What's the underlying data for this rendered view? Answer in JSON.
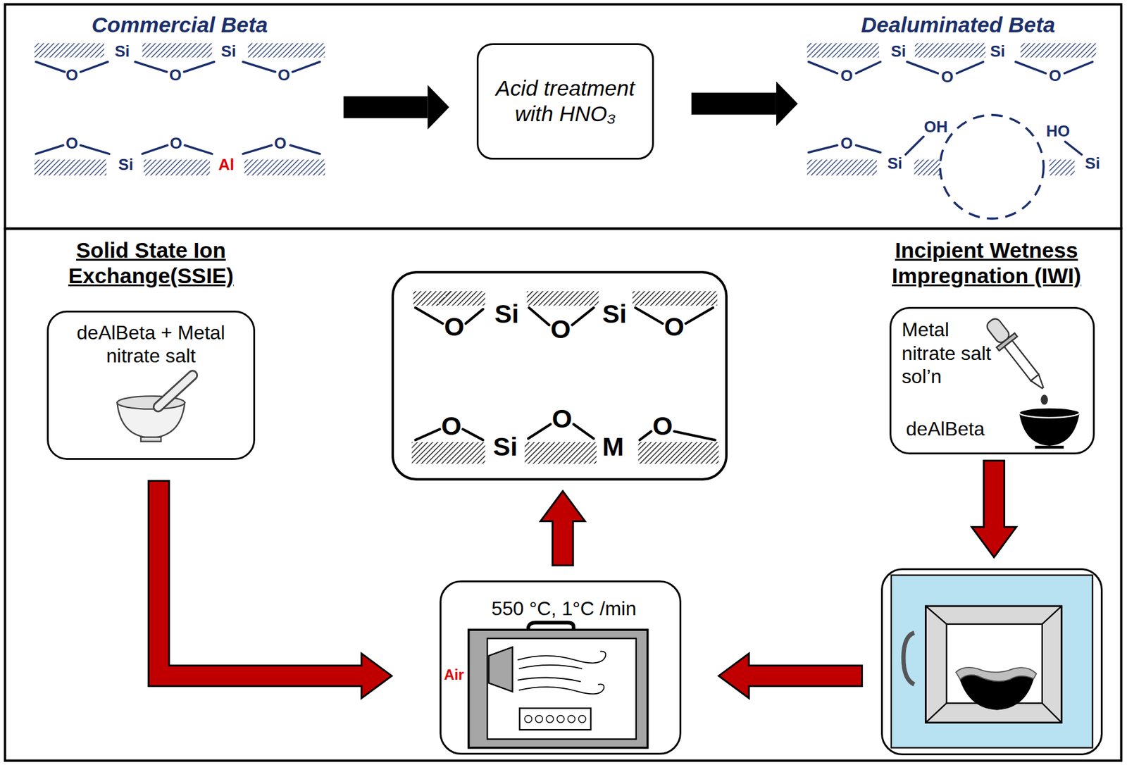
{
  "diagram": {
    "nodes": [
      {
        "text": [
          "Commercial Beta",
          "Si",
          "Si",
          "O",
          "O",
          "O",
          "O",
          "O",
          "O",
          "Si",
          "Al"
        ]
      },
      {
        "text": [
          "Acid treatment with HNO₃"
        ]
      },
      {
        "text": [
          "Dealuminated Beta",
          "Si",
          "Si",
          "O",
          "O",
          "O",
          "OH",
          "HO",
          "O",
          "Si",
          "Si"
        ]
      },
      {
        "text": [
          "Solid State Ion Exchange(SSIE)",
          "deAlBeta + Metal nitrate salt"
        ]
      },
      {
        "text": [
          "Si",
          "Si",
          "O",
          "O",
          "O",
          "O",
          "O",
          "O",
          "Si",
          "M"
        ]
      },
      {
        "text": [
          "Incipient Wetness Impregnation (IWI)",
          "Metal nitrate salt sol’n",
          "deAlBeta"
        ]
      },
      {
        "text": [
          "550 °C, 1°C /min",
          "Air"
        ]
      },
      {
        "text": []
      }
    ],
    "edges": [
      {
        "from": 0,
        "to": 1,
        "arrow": "to"
      },
      {
        "from": 1,
        "to": 2,
        "arrow": "to"
      },
      {
        "from": 3,
        "to": 6,
        "arrow": "to"
      },
      {
        "from": 7,
        "to": 6,
        "arrow": "to"
      },
      {
        "from": 6,
        "to": 4,
        "arrow": "to"
      },
      {
        "from": 5,
        "to": 7,
        "arrow": "to"
      }
    ]
  }
}
